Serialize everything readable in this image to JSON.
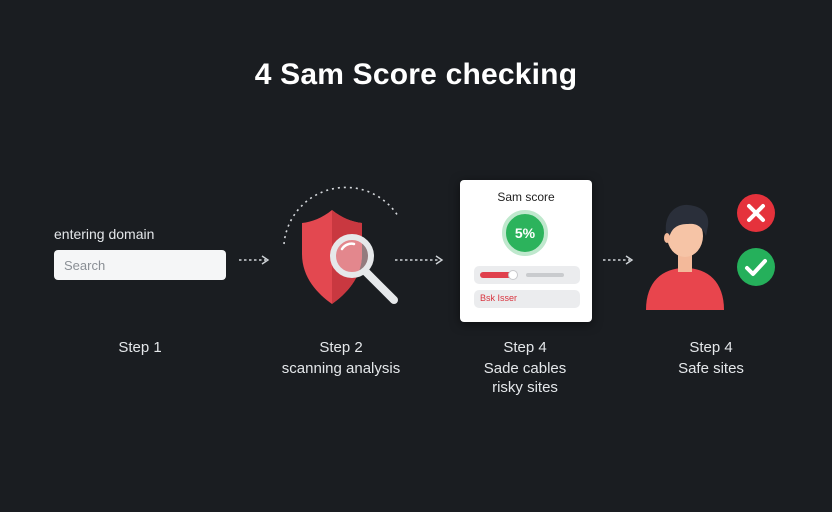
{
  "title": "4 Sam Score checking",
  "steps": [
    {
      "label": "Step 1",
      "desc": ""
    },
    {
      "label": "Step 2",
      "desc": "scanning analysis"
    },
    {
      "label": "Step 4",
      "desc": "Sade cables",
      "desc2": "risky sites"
    },
    {
      "label": "Step 4",
      "desc": "Safe sites"
    }
  ],
  "step1": {
    "domain_label": "entering domain",
    "search_placeholder": "Search"
  },
  "card": {
    "title": "Sam score",
    "score": "5%",
    "progress_fraction": 0.35,
    "risk_label": "Bsk Isser"
  },
  "icons": {
    "shield": "shield-icon",
    "magnifier": "magnifier-icon",
    "person": "person-icon",
    "reject": "x-circle-icon",
    "approve": "check-circle-icon"
  },
  "colors": {
    "background": "#1a1d21",
    "shield": "#e34850",
    "score_green": "#2cb35c",
    "reject_red": "#e5323c",
    "approve_green": "#25b05b",
    "person_shirt": "#e8454d"
  }
}
